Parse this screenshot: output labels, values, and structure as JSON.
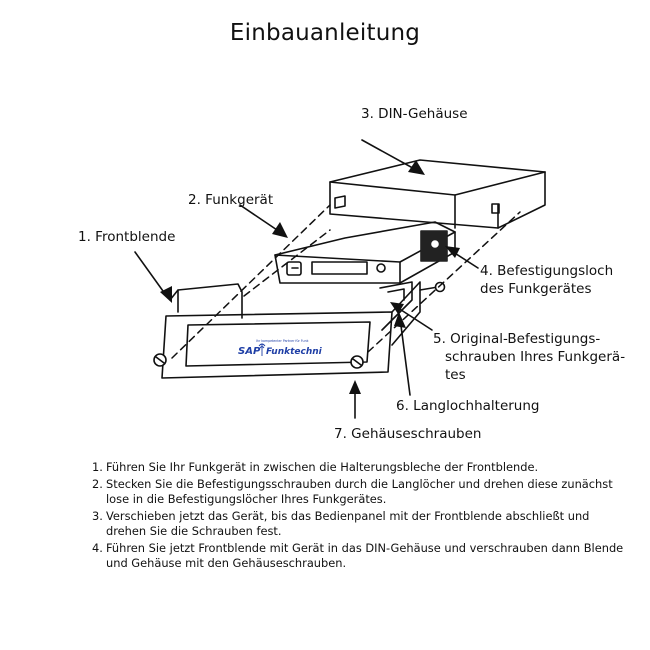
{
  "title": "Einbauanleitung",
  "labels": {
    "din_housing": "3. DIN-Gehäuse",
    "radio": "2. Funkgerät",
    "front_panel": "1. Frontblende",
    "mount_hole_1": "4. Befestigungsloch",
    "mount_hole_2": "des Funkgerätes",
    "screws_1": "5. Original-Befestigungs-",
    "screws_2": "schrauben Ihres Funkgerä-",
    "screws_3": "tes",
    "slot_bracket": "6. Langlochhalterung",
    "housing_screws": "7. Gehäuseschrauben"
  },
  "logo": {
    "name": "SAP",
    "sub": "Funktechnik",
    "tagline": "Ihr kompetenter Partner für Funk"
  },
  "steps": [
    {
      "num": "1.",
      "text": "Führen Sie Ihr Funkgerät in zwischen die Halterungsbleche der Frontblende."
    },
    {
      "num": "2.",
      "text": "Stecken Sie die Befestigungsschrauben durch die Langlöcher und drehen diese zunächst lose in die Befestigungslöcher Ihres Funkgerätes."
    },
    {
      "num": "3.",
      "text": "Verschieben jetzt das Gerät, bis das Bedienpanel mit der Frontblende abschließt und drehen Sie die Schrauben fest."
    },
    {
      "num": "4.",
      "text": "Führen Sie jetzt Frontblende mit Gerät in das DIN-Gehäuse und verschrauben dann Blende und Gehäuse mit den Gehäuseschrauben."
    }
  ],
  "colors": {
    "ink": "#111111",
    "logo_blue": "#1f3fa6"
  }
}
